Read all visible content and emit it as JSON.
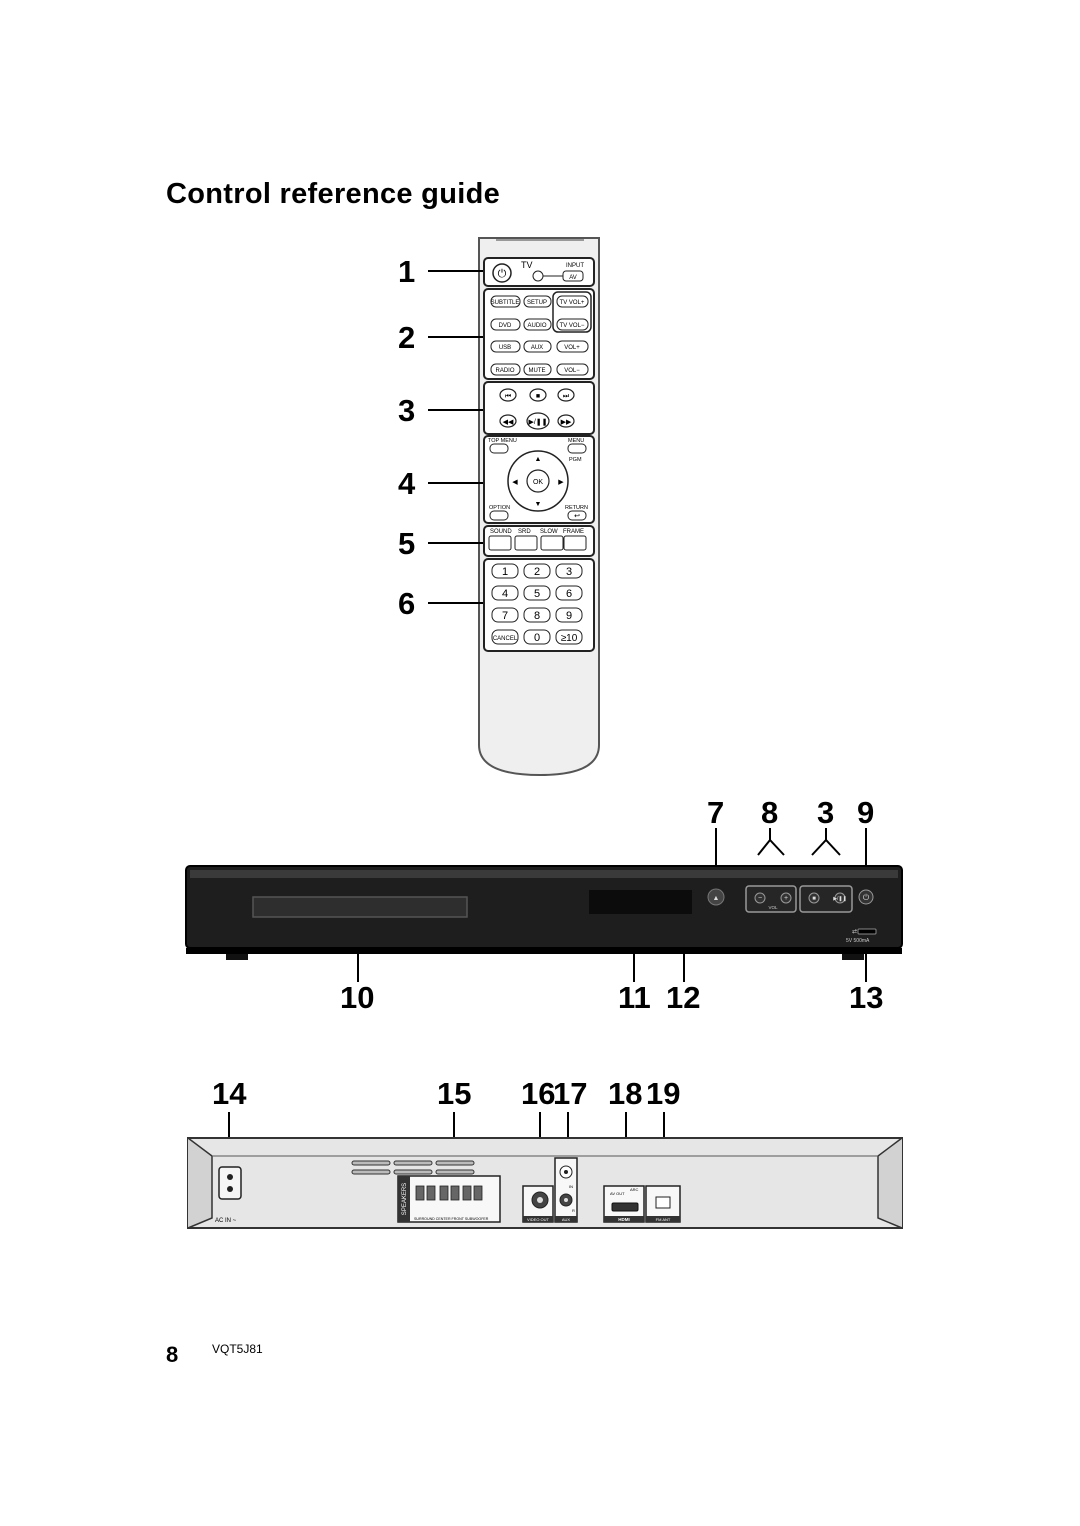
{
  "title": "Control reference guide",
  "remote": {
    "callouts": [
      "1",
      "2",
      "3",
      "4",
      "5",
      "6"
    ],
    "power": {
      "tv_label": "TV",
      "input_label": "INPUT",
      "av_label": "AV"
    },
    "source_buttons": {
      "subtitle": "SUBTITLE",
      "setup": "SETUP",
      "tv_vol_up": "TV VOL+",
      "tv_vol_down": "TV VOL−",
      "dvd": "DVD",
      "audio": "AUDIO",
      "usb": "USB",
      "aux": "AUX",
      "vol_up": "VOL+",
      "vol_down": "VOL−",
      "radio": "RADIO",
      "mute": "MUTE"
    },
    "nav": {
      "top_menu": "TOP MENU",
      "menu": "MENU",
      "pgm": "PGM",
      "ok": "OK",
      "option": "OPTION",
      "return": "RETURN"
    },
    "functions": {
      "sound": "SOUND",
      "srd": "SRD",
      "slow": "SLOW",
      "frame": "FRAME"
    },
    "numbers": [
      "1",
      "2",
      "3",
      "4",
      "5",
      "6",
      "7",
      "8",
      "9"
    ],
    "cancel": "CANCEL",
    "zero": "0",
    "ten_plus": "≥10"
  },
  "front_unit": {
    "callouts_top": [
      "7",
      "8",
      "3",
      "9"
    ],
    "callouts_bottom": [
      "10",
      "11",
      "12",
      "13"
    ],
    "vol_label": "VOL",
    "usb_rating": "5V 500mA"
  },
  "rear_unit": {
    "callouts": [
      "14",
      "15",
      "16",
      "17",
      "18",
      "19"
    ],
    "ac_in": "AC IN ~",
    "speakers": "SPEAKERS",
    "speaker_groups": "SURROUND  CENTER  FRONT  SUBWOOFER",
    "video_out": "VIDEO OUT",
    "aux": "AUX",
    "in_label": "IN",
    "r_label": "R",
    "av_out": "AV OUT",
    "arc": "ARC",
    "hdmi": "HDMI",
    "fm_ant": "FM ANT"
  },
  "footer": {
    "page_number": "8",
    "doc_code": "VQT5J81"
  }
}
